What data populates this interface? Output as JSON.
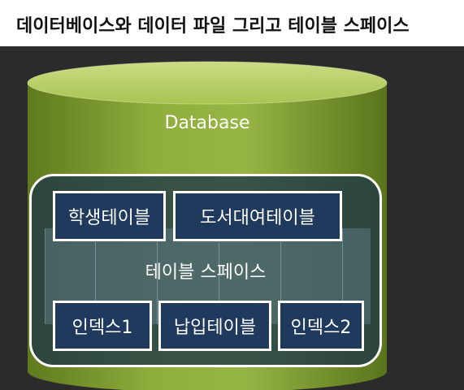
{
  "title": "데이터베이스와 데이터 파일 그리고 테이블 스페이스",
  "diagram": {
    "database_label": "Database",
    "tablespace_label": "테이블 스페이스",
    "top_row": [
      "학생테이블",
      "도서대여테이블"
    ],
    "bottom_row": [
      "인덱스1",
      "납입테이블",
      "인덱스2"
    ]
  },
  "colors": {
    "cylinder_green": "#8aa83a",
    "cylinder_top": "#b9cf6a",
    "background": "#2b2b2b",
    "box_fill": "#1f3a5c"
  }
}
